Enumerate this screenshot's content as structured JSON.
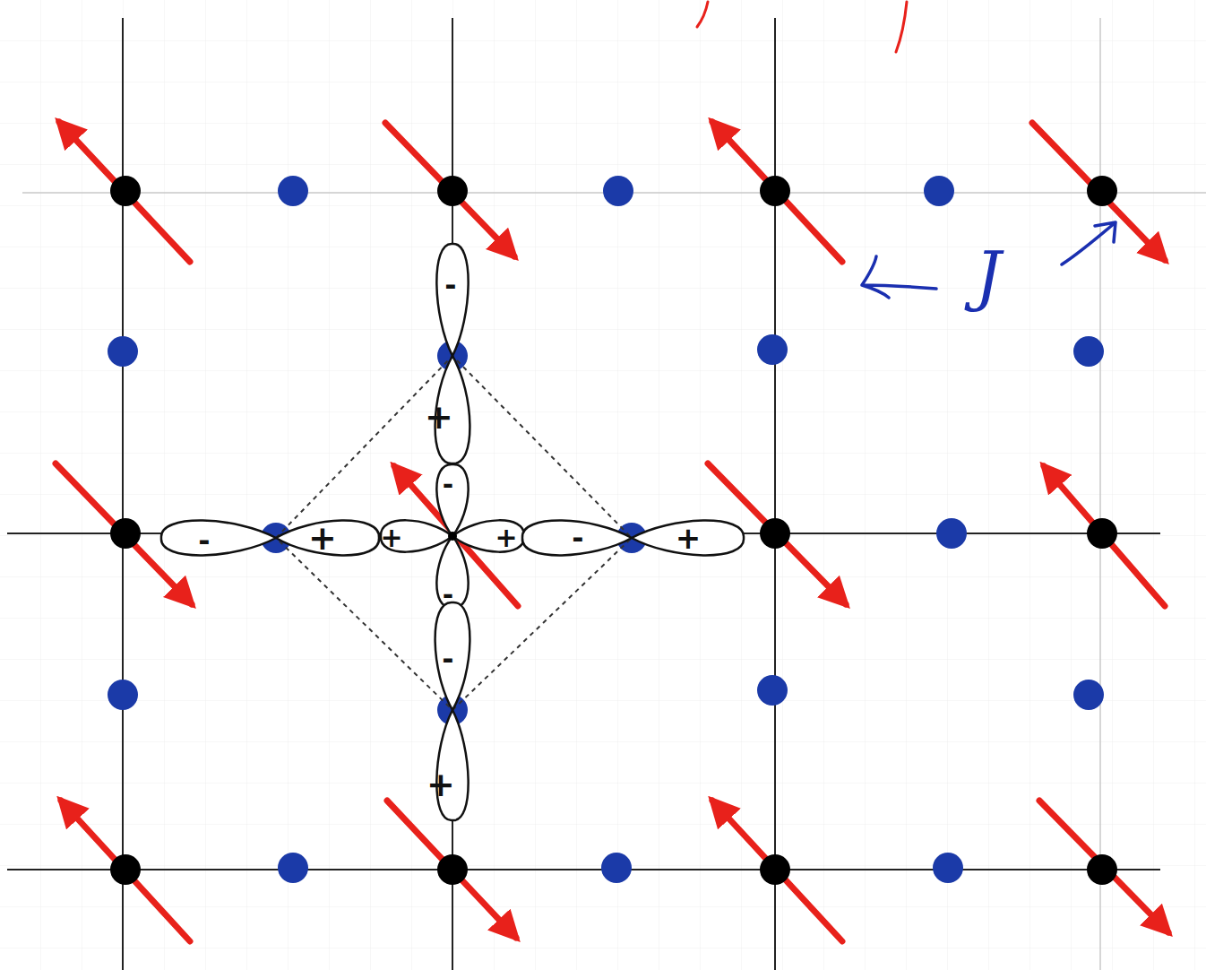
{
  "diagram": {
    "labels": [
      "-",
      "J",
      "+",
      "-",
      "-",
      "+",
      "+",
      "+",
      "-",
      "+",
      "-",
      "-",
      "+"
    ]
  }
}
